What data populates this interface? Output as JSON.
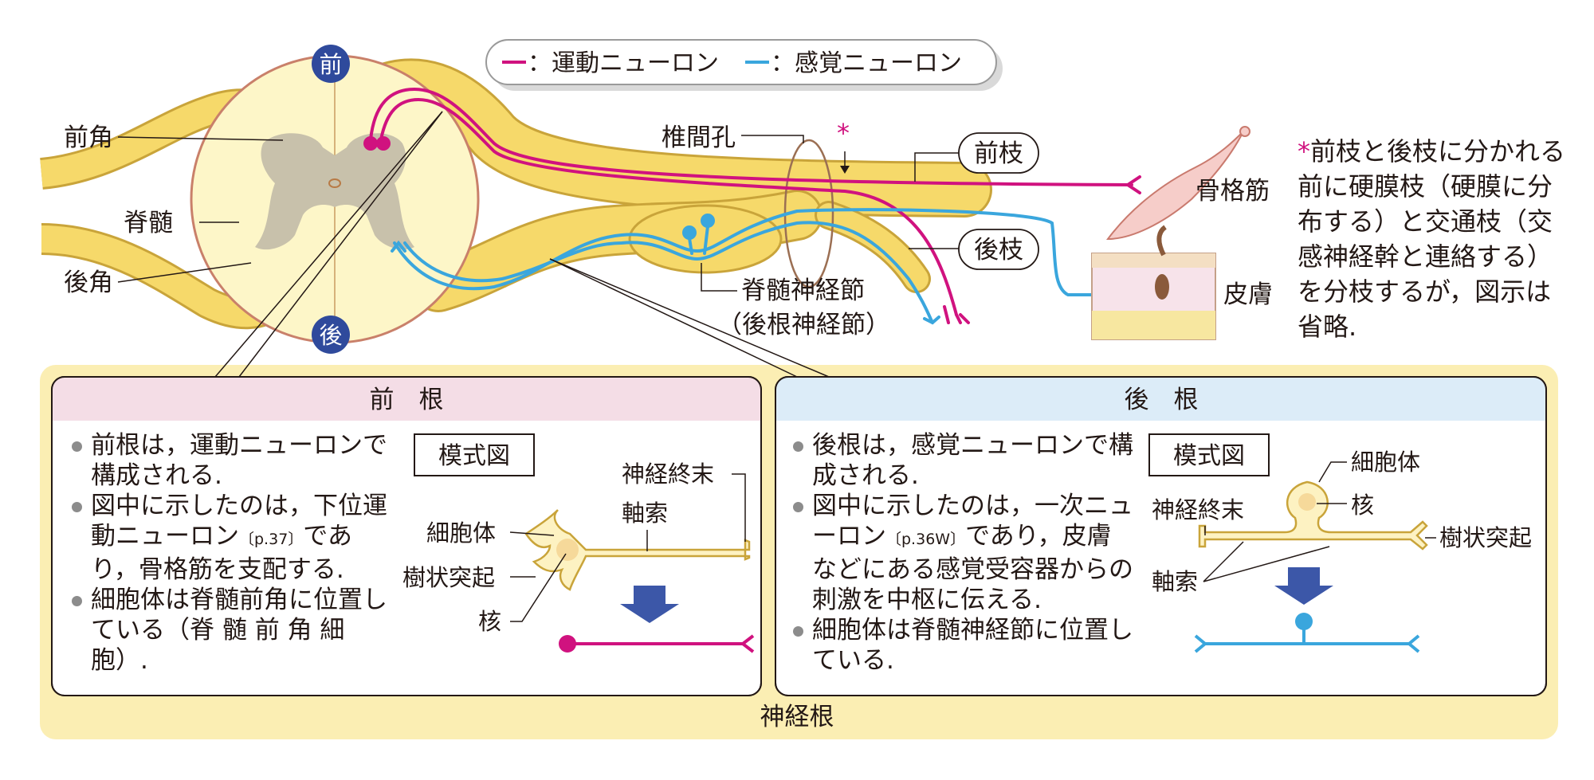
{
  "legend": {
    "motor": "：運動ニューロン",
    "sensory": "：感覚ニューロン"
  },
  "orientation": {
    "anterior": "前",
    "posterior": "後"
  },
  "top_labels": {
    "anterior_horn": "前角",
    "spinal_cord": "脊髄",
    "posterior_horn": "後角",
    "intervertebral_foramen": "椎間孔",
    "asterisk": "*",
    "anterior_ramus": "前枝",
    "posterior_ramus": "後枝",
    "skeletal_muscle": "骨格筋",
    "skin": "皮膚",
    "spinal_ganglion": "脊髄神経節",
    "dorsal_root_ganglion": "（後根神経節）"
  },
  "footnote": {
    "star": "*",
    "text": "前枝と後枝に分かれる前に硬膜枝（硬膜に分布する）と交通枝（交感神経幹と連絡する）を分枝するが，図示は省略."
  },
  "anterior_root": {
    "title": "前　根",
    "bullets": [
      "前根は，運動ニューロンで構成される.",
      "図中に示したのは，下位運動ニューロン",
      "細胞体は脊髄前角に位置している（脊 髄 前 角 細胞）."
    ],
    "bullet2_ref": "〔p.37〕",
    "bullet2_tail": "であり，骨格筋を支配する.",
    "schematic_title": "模式図",
    "labels": {
      "nerve_terminal": "神経終末",
      "axon": "軸索",
      "cell_body": "細胞体",
      "dendrite": "樹状突起",
      "nucleus": "核"
    }
  },
  "posterior_root": {
    "title": "後　根",
    "bullets": [
      "後根は，感覚ニューロンで構成される.",
      "図中に示したのは，一次ニューロン",
      "細胞体は脊髄神経節に位置している."
    ],
    "bullet2_ref": "〔p.36W〕",
    "bullet2_tail": "であり，皮膚などにある感覚受容器からの刺激を中枢に伝える.",
    "schematic_title": "模式図",
    "labels": {
      "cell_body": "細胞体",
      "nucleus": "核",
      "nerve_terminal": "神経終末",
      "dendrite": "樹状突起",
      "axon": "軸索"
    }
  },
  "bottom_label": "神経根",
  "colors": {
    "motor": "#d0127f",
    "sensory": "#3aa6dd",
    "nerve_fill": "#f6d96a",
    "nerve_edge": "#c9a43a",
    "cord_fill": "#fdf6c8",
    "gray_matter": "#c8c1ab",
    "badge": "#2f4a9c",
    "panel_bg": "#fbeeb3",
    "anterior_header": "#f4dde6",
    "posterior_header": "#dcecf8",
    "arrow": "#3c57a8"
  }
}
